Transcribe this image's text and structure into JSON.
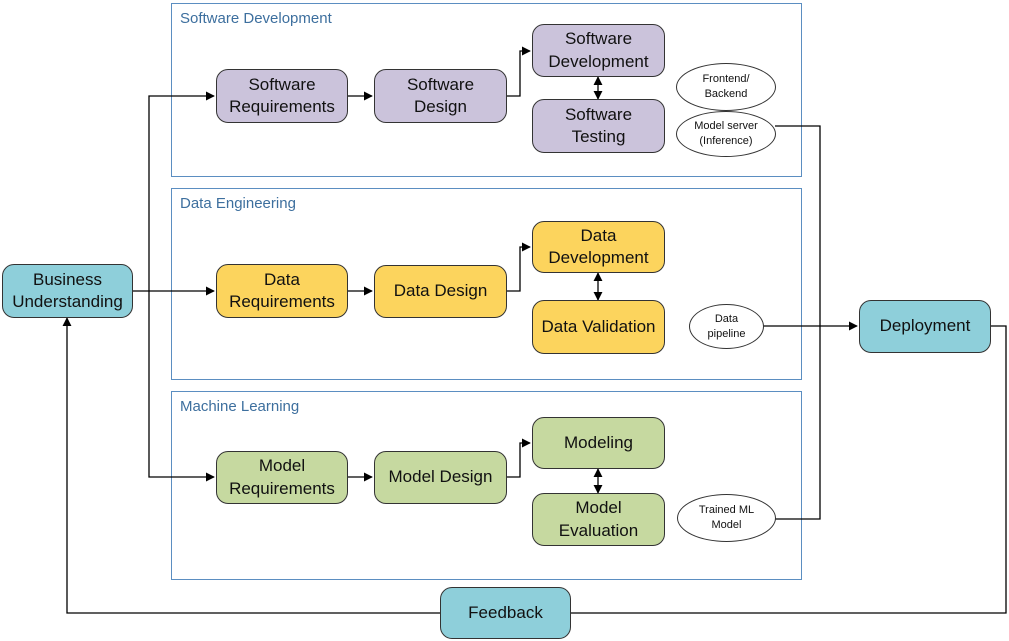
{
  "groups": {
    "software": "Software Development",
    "data": "Data Engineering",
    "ml": "Machine Learning"
  },
  "nodes": {
    "business": "Business\nUnderstanding",
    "sw_req": "Software\nRequirements",
    "sw_design": "Software\nDesign",
    "sw_dev": "Software\nDevelopment",
    "sw_test": "Software\nTesting",
    "data_req": "Data\nRequirements",
    "data_design": "Data Design",
    "data_dev": "Data\nDevelopment",
    "data_val": "Data Validation",
    "model_req": "Model\nRequirements",
    "model_design": "Model Design",
    "modeling": "Modeling",
    "model_eval": "Model\nEvaluation",
    "deployment": "Deployment",
    "feedback": "Feedback"
  },
  "artifacts": {
    "frontend": "Frontend/\nBackend",
    "model_server": "Model server\n(Inference)",
    "data_pipeline": "Data\npipeline",
    "trained_model": "Trained ML\nModel"
  },
  "colors": {
    "software": "#cbc3db",
    "data": "#fcd45d",
    "ml": "#c6d9a0",
    "process": "#8ecfda",
    "group_border": "#5b8ec1",
    "group_label": "#3d6f9e"
  }
}
